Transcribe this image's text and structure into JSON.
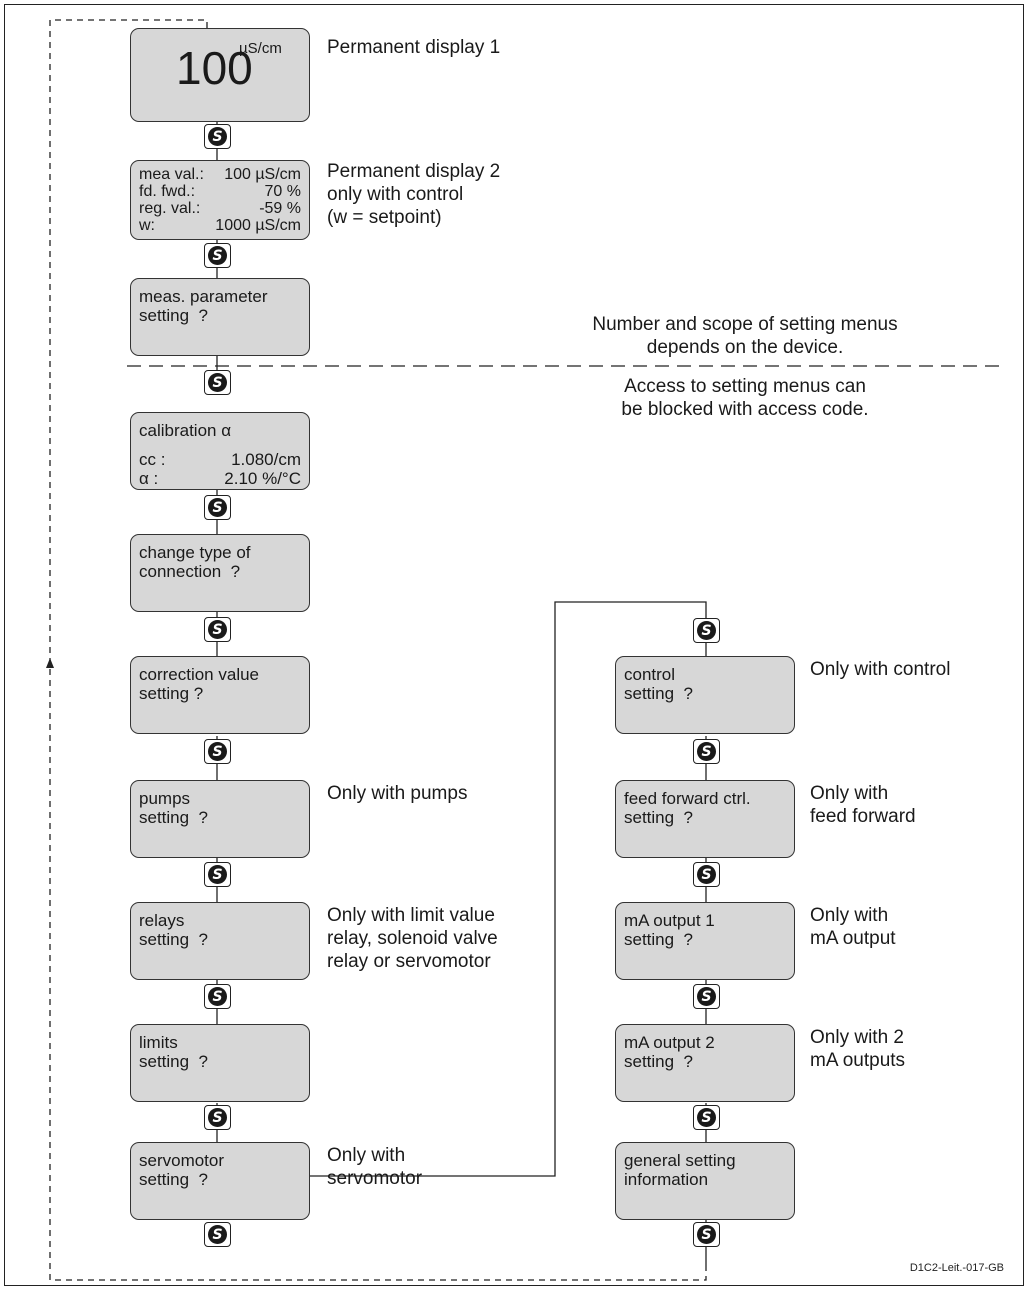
{
  "display1": {
    "value": "100",
    "unit": "µS/cm",
    "note": "Permanent display 1"
  },
  "display2": {
    "rows": [
      [
        "mea val.:",
        "100 µS/cm"
      ],
      [
        "fd. fwd.:",
        "70 %"
      ],
      [
        "reg. val.:",
        "-59 %"
      ],
      [
        "w:",
        "1000 µS/cm"
      ]
    ],
    "note": [
      "Permanent display 2",
      "only with control",
      "(w = setpoint)"
    ]
  },
  "left_menus": [
    {
      "lines": [
        "meas. parameter",
        "setting  ?"
      ],
      "note": []
    },
    {
      "lines": [
        "calibration α"
      ],
      "rows": [
        [
          "cc :",
          "1.080/cm"
        ],
        [
          "α :",
          "2.10 %/°C"
        ]
      ],
      "note": []
    },
    {
      "lines": [
        "change type of",
        "connection  ?"
      ],
      "note": []
    },
    {
      "lines": [
        "correction value",
        "setting ?"
      ],
      "note": []
    },
    {
      "lines": [
        "pumps",
        "setting  ?"
      ],
      "note": [
        "Only with pumps"
      ]
    },
    {
      "lines": [
        "relays",
        "setting  ?"
      ],
      "note": [
        "Only with limit value",
        "relay, solenoid valve",
        "relay or servomotor"
      ]
    },
    {
      "lines": [
        "limits",
        "setting  ?"
      ],
      "note": []
    },
    {
      "lines": [
        "servomotor",
        "setting  ?"
      ],
      "note": [
        "Only with",
        "servomotor"
      ]
    }
  ],
  "right_menus": [
    {
      "lines": [
        "control",
        "setting  ?"
      ],
      "note": [
        "Only with control"
      ]
    },
    {
      "lines": [
        "feed forward ctrl.",
        "setting  ?"
      ],
      "note": [
        "Only with",
        "feed forward"
      ]
    },
    {
      "lines": [
        "mA output 1",
        "setting  ?"
      ],
      "note": [
        "Only with",
        "mA output"
      ]
    },
    {
      "lines": [
        "mA output 2",
        "setting  ?"
      ],
      "note": [
        "Only with 2",
        "mA outputs"
      ]
    },
    {
      "lines": [
        "general setting",
        "information"
      ],
      "note": []
    }
  ],
  "notes": {
    "menus_scope": [
      "Number and scope of setting menus",
      "depends on the device."
    ],
    "access_code": [
      "Access to setting menus can",
      "be blocked with access code."
    ]
  },
  "key_symbol": "S",
  "icon": "scroll-key-icon",
  "drawing_code": "D1C2-Leit.-017-GB"
}
